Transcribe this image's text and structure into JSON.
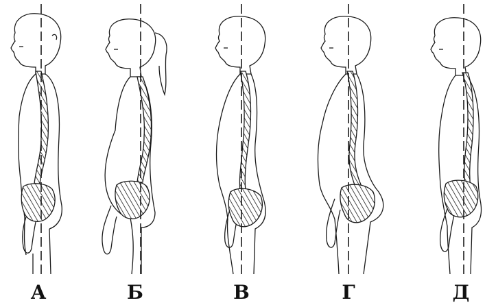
{
  "figures": [
    {
      "label": "А"
    },
    {
      "label": "Б"
    },
    {
      "label": "В"
    },
    {
      "label": "Г"
    },
    {
      "label": "Д"
    }
  ],
  "colors": {
    "outline": "#1a1a1a",
    "hatch": "#1a1a1a",
    "background": "#ffffff"
  }
}
